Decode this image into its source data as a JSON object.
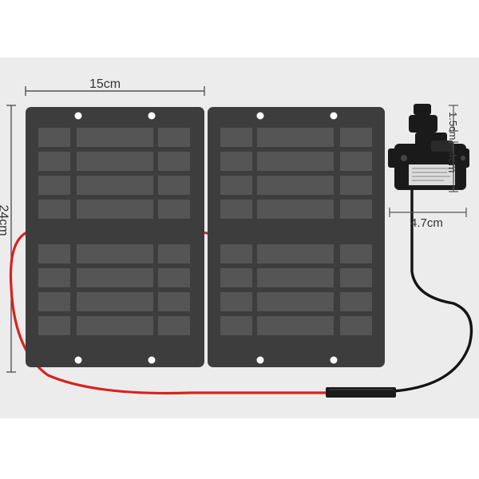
{
  "dimensions": {
    "panel_width": "15cm",
    "panel_height": "24cm",
    "pump_width": "4.7cm",
    "pump_top": "1.5cm",
    "pump_height": "4cm"
  },
  "colors": {
    "background": "#ececec",
    "panel_frame": "#3d3d3d",
    "cell": "#555555",
    "cable_red": "#d8231f",
    "cable_black": "#141414",
    "pump_body": "#1a1a1a",
    "label": "#dcdcdc"
  },
  "icons": {
    "panel": "solar-panel-icon",
    "pump": "water-pump-icon"
  }
}
